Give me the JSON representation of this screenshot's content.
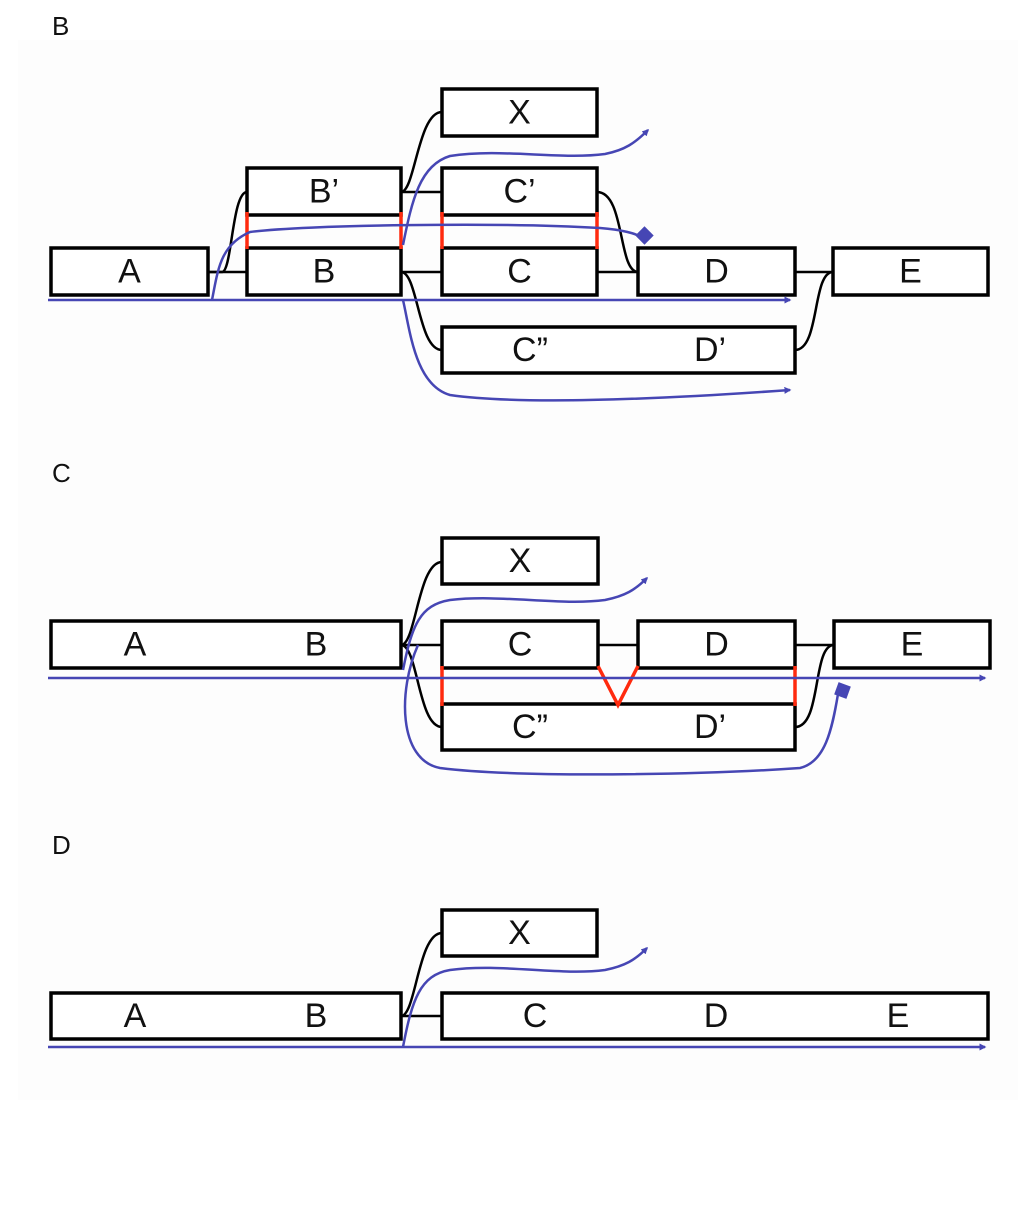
{
  "panels": [
    {
      "label": "B",
      "boxes": [
        {
          "text": "X"
        },
        {
          "text": "B’"
        },
        {
          "text": "C’"
        },
        {
          "text": "A"
        },
        {
          "text": "B"
        },
        {
          "text": "C"
        },
        {
          "text": "D"
        },
        {
          "text": "E"
        },
        {
          "texts": [
            "C”",
            "D’"
          ]
        }
      ]
    },
    {
      "label": "C",
      "boxes": [
        {
          "text": "X"
        },
        {
          "texts": [
            "A",
            "B"
          ]
        },
        {
          "text": "C"
        },
        {
          "text": "D"
        },
        {
          "text": "E"
        },
        {
          "texts": [
            "C”",
            "D’"
          ]
        }
      ]
    },
    {
      "label": "D",
      "boxes": [
        {
          "text": "X"
        },
        {
          "texts": [
            "A",
            "B"
          ]
        },
        {
          "texts": [
            "C",
            "D",
            "E"
          ]
        }
      ]
    }
  ],
  "colors": {
    "path": "#4646b4",
    "splice_mark": "#ff2a0e",
    "box_stroke": "#000000",
    "background": "#ffffff",
    "panel_background": "#fdfdfd"
  }
}
